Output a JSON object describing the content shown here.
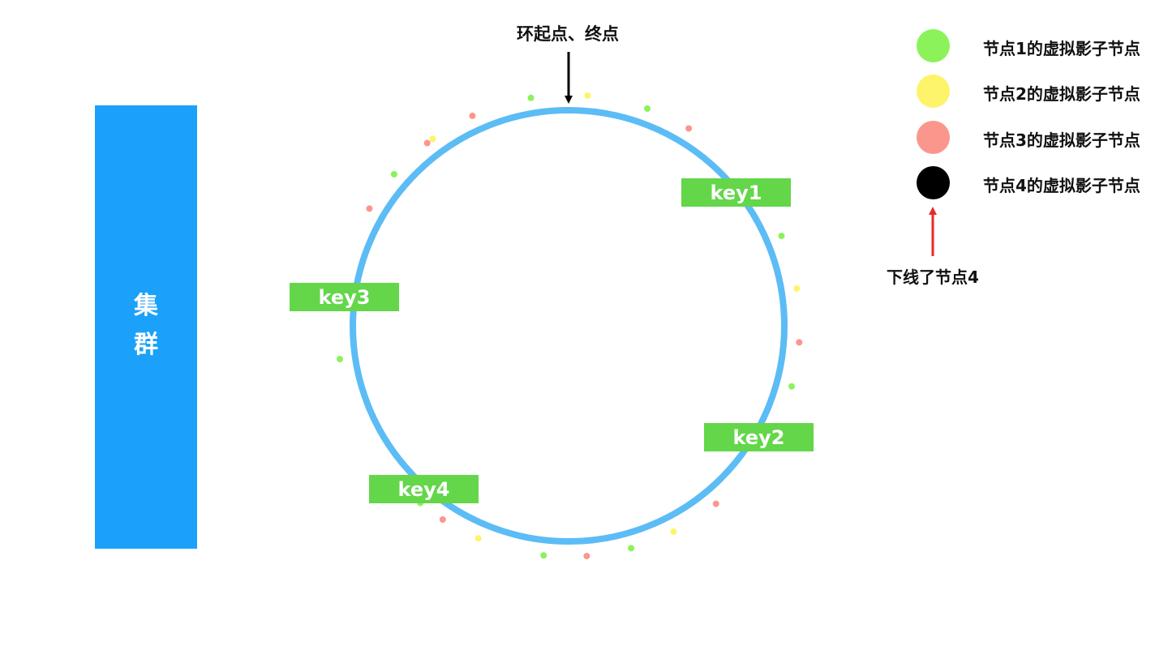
{
  "cluster": {
    "label": "集\n群",
    "color": "#1ba1f9"
  },
  "ring": {
    "color": "#5cbcf5",
    "start_end_label": "环起点、终点"
  },
  "keys": [
    {
      "label": "key1"
    },
    {
      "label": "key2"
    },
    {
      "label": "key3"
    },
    {
      "label": "key4"
    }
  ],
  "legend": [
    {
      "label": "节点1的虚拟影子节点",
      "color": "#8cf25a"
    },
    {
      "label": "节点2的虚拟影子节点",
      "color": "#fdf46b"
    },
    {
      "label": "节点3的虚拟影子节点",
      "color": "#fb968d"
    },
    {
      "label": "节点4的虚拟影子节点",
      "color": "#000000"
    }
  ],
  "offline_note": "下线了节点4",
  "virtual_nodes": [
    {
      "node": 3,
      "angle": -24.6
    },
    {
      "node": 1,
      "angle": -9.4
    },
    {
      "node": 2,
      "angle": 4.7
    },
    {
      "node": 1,
      "angle": 19.9
    },
    {
      "node": 3,
      "angle": 31.3
    },
    {
      "node": 1,
      "angle": 67.1
    },
    {
      "node": 2,
      "angle": 80.7
    },
    {
      "node": 3,
      "angle": 94.1
    },
    {
      "node": 1,
      "angle": 105.2
    },
    {
      "node": 2,
      "angle": 118.2
    },
    {
      "node": 3,
      "angle": 140.4
    },
    {
      "node": 2,
      "angle": 153.0
    },
    {
      "node": 1,
      "angle": 164.3
    },
    {
      "node": 3,
      "angle": 175.5
    },
    {
      "node": 1,
      "angle": 186.2
    },
    {
      "node": 2,
      "angle": 203.0
    },
    {
      "node": 3,
      "angle": 213.0
    },
    {
      "node": 1,
      "angle": 219.9
    },
    {
      "node": 1,
      "angle": 221.8
    },
    {
      "node": 1,
      "angle": 261.7
    },
    {
      "node": 2,
      "angle": 277.5
    },
    {
      "node": 3,
      "angle": 300.5
    },
    {
      "node": 1,
      "angle": 311.0
    },
    {
      "node": 3,
      "angle": 322.3
    },
    {
      "node": 2,
      "angle": 324.0
    }
  ]
}
